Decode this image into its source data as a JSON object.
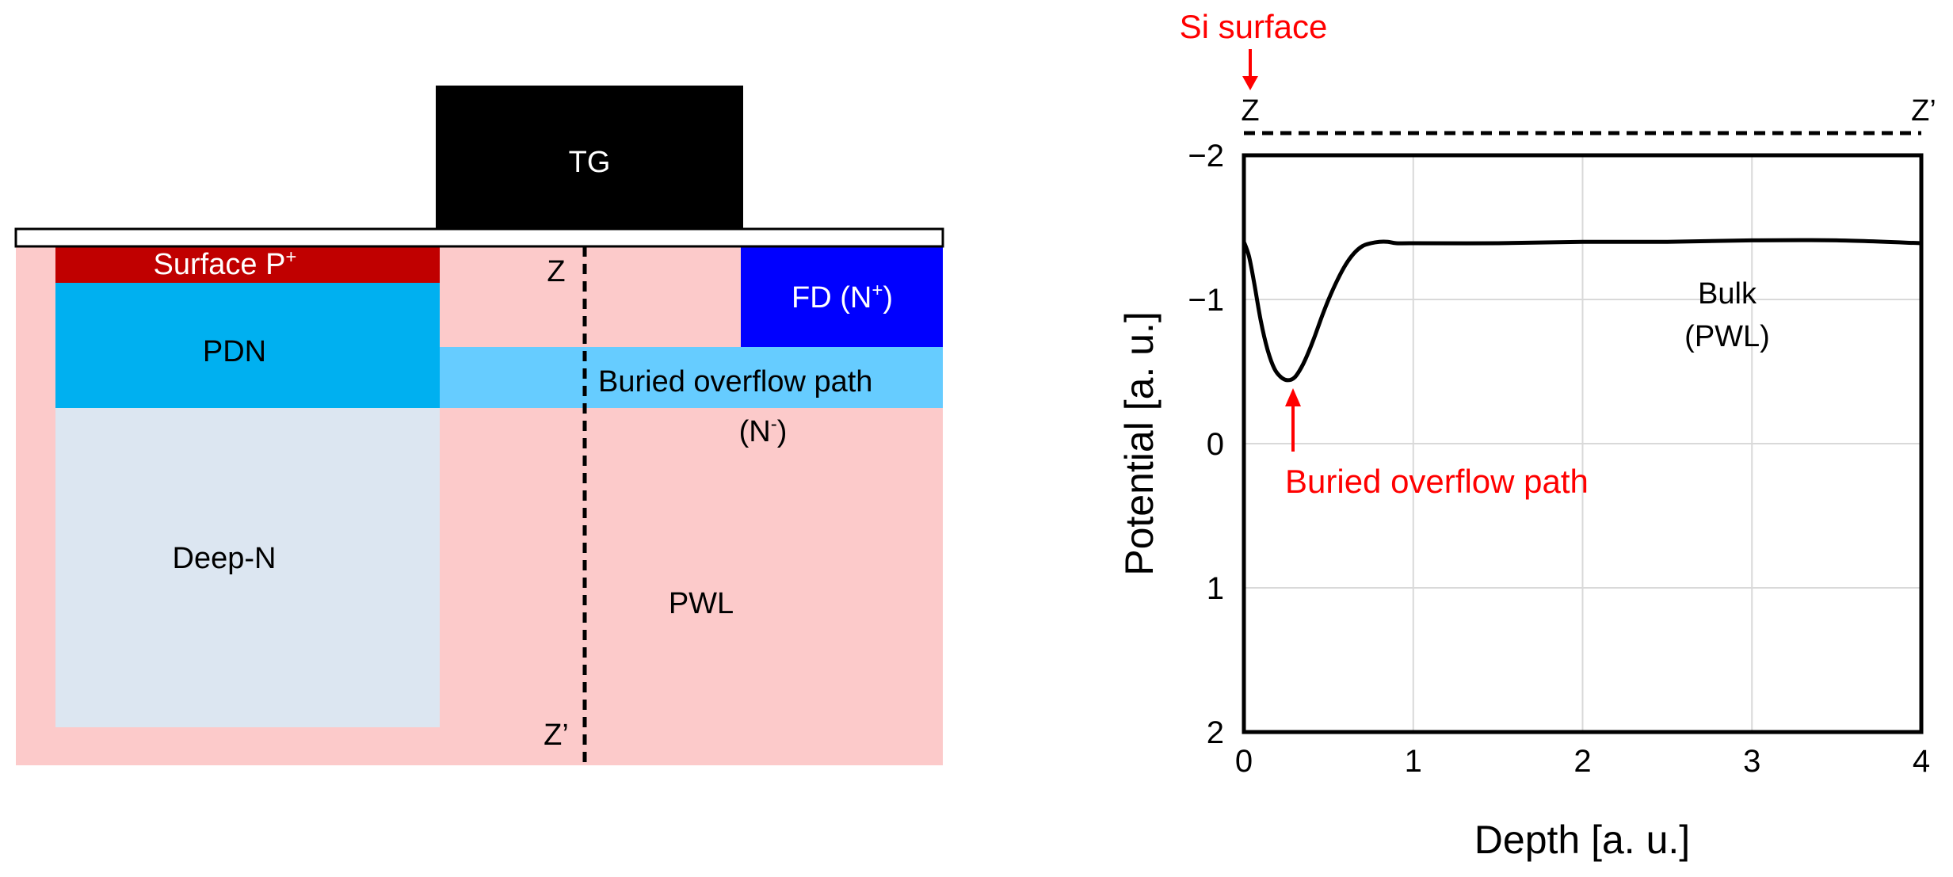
{
  "cross_section": {
    "gate": "TG",
    "surface_p": "Surface P",
    "surface_p_sup": "+",
    "pdn": "PDN",
    "deep_n": "Deep-N",
    "fd": "FD (N",
    "fd_sup": "+",
    "fd_close": ")",
    "overflow_path": "Buried overflow path",
    "overflow_n": "(N",
    "overflow_n_sup": "-",
    "overflow_n_close": ")",
    "pwl": "PWL",
    "z_top": "Z",
    "z_bottom": "Z’",
    "colors": {
      "substrate": "#fccaca",
      "surface_p": "#c00000",
      "pdn": "#00b0f0",
      "deep_n": "#dce6f1",
      "fd": "#0000ff",
      "overflow": "#66ccff",
      "gate": "#000000"
    }
  },
  "chart_labels": {
    "si_surface": "Si surface",
    "z_left": "Z",
    "z_right": "Z’",
    "overflow_annotation": "Buried overflow path",
    "bulk": "Bulk",
    "bulk_sub": "(PWL)",
    "annotation_color": "#ff0000"
  },
  "chart_data": {
    "type": "line",
    "xlabel": "Depth [a. u.]",
    "ylabel": "Potential [a. u.]",
    "xlim": [
      0,
      4
    ],
    "ylim": [
      -2,
      2
    ],
    "y_inverted": true,
    "x_ticks": [
      "0",
      "1",
      "2",
      "3",
      "4"
    ],
    "y_ticks": [
      "−2",
      "−1",
      "0",
      "1",
      "2"
    ],
    "grid": true,
    "series": [
      {
        "x": [
          0,
          0.03,
          0.06,
          0.1,
          0.14,
          0.18,
          0.22,
          0.26,
          0.3,
          0.34,
          0.38,
          0.42,
          0.46,
          0.5,
          0.55,
          0.6,
          0.65,
          0.7,
          0.75,
          0.8,
          0.85,
          0.9,
          1.0,
          1.5,
          2.0,
          2.5,
          3.0,
          3.5,
          4.0
        ],
        "y": [
          -1.4,
          -1.3,
          -1.12,
          -0.85,
          -0.65,
          -0.52,
          -0.46,
          -0.44,
          -0.46,
          -0.53,
          -0.63,
          -0.75,
          -0.88,
          -1.0,
          -1.13,
          -1.24,
          -1.32,
          -1.37,
          -1.39,
          -1.4,
          -1.4,
          -1.39,
          -1.39,
          -1.39,
          -1.4,
          -1.4,
          -1.41,
          -1.41,
          -1.39
        ]
      }
    ]
  }
}
